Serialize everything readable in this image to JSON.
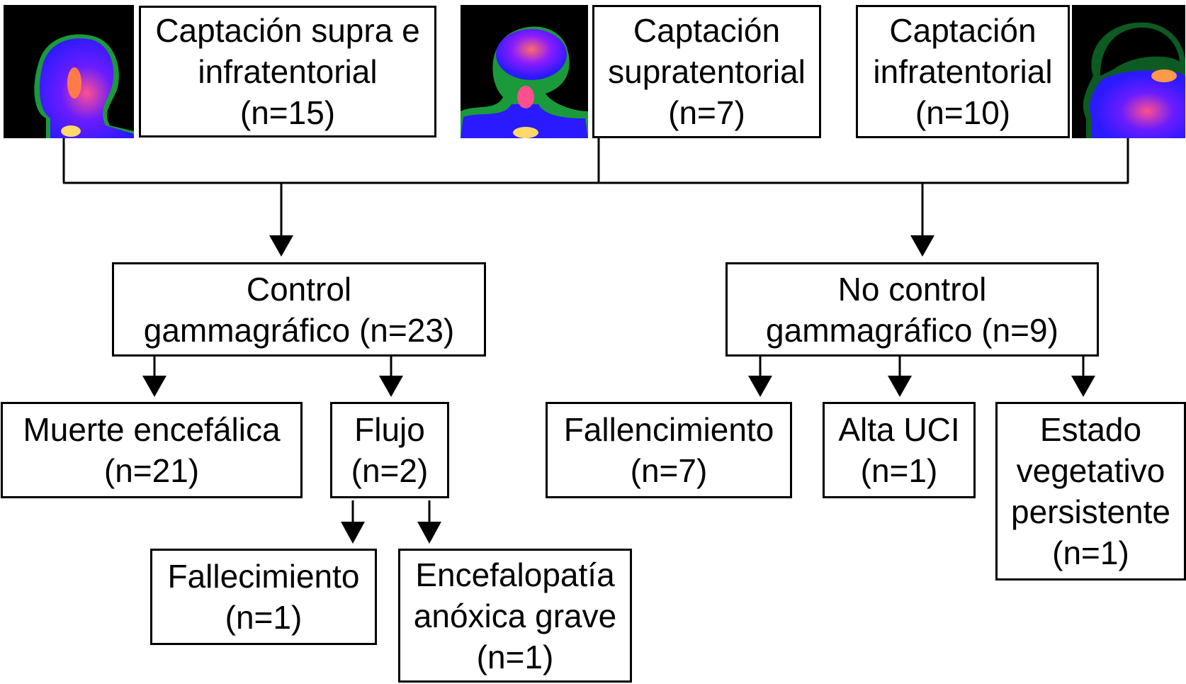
{
  "top": {
    "supra_infra": {
      "lines": [
        "Captación supra e",
        "infratentorial",
        "(n=15)"
      ]
    },
    "supra": {
      "lines": [
        "Captación",
        "supratentorial",
        "(n=7)"
      ]
    },
    "infra": {
      "lines": [
        "Captación",
        "infratentorial",
        "(n=10)"
      ]
    }
  },
  "control": {
    "lines": [
      "Control",
      "gammagráfico (n=23)"
    ],
    "children": {
      "muerte": {
        "lines": [
          "Muerte encefálica",
          "(n=21)"
        ]
      },
      "flujo": {
        "lines": [
          "Flujo",
          "(n=2)"
        ],
        "children": {
          "fallecimiento": {
            "lines": [
              "Fallecimiento",
              "(n=1)"
            ]
          },
          "encefalopatia": {
            "lines": [
              "Encefalopatía",
              "anóxica grave",
              "(n=1)"
            ]
          }
        }
      }
    }
  },
  "no_control": {
    "lines": [
      "No control",
      "gammagráfico (n=9)"
    ],
    "children": {
      "fallencimiento": {
        "lines": [
          "Fallencimiento",
          "(n=7)"
        ]
      },
      "alta": {
        "lines": [
          "Alta UCI",
          "(n=1)"
        ]
      },
      "estado": {
        "lines": [
          "Estado",
          "vegetativo",
          "persistente",
          "(n=1)"
        ]
      }
    }
  },
  "colors": {
    "line": "#000000",
    "scan_bg": "#000000",
    "scan_body": "#2a1aff",
    "scan_hot": "#ff3d7a",
    "scan_edge": "#1a9a3a"
  }
}
